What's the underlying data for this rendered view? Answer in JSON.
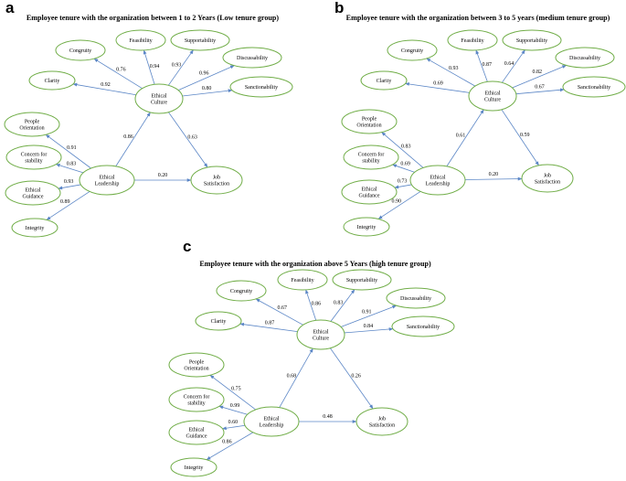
{
  "colors": {
    "node_stroke": "#70ad47",
    "edge": "#5b86c6",
    "text": "#000000",
    "background": "#ffffff"
  },
  "panels": [
    {
      "letter": "a",
      "title": "Employee tenure with the organization between 1 to 2 Years (Low tenure group)",
      "nodes": {
        "congruity": [
          "Congruity"
        ],
        "feasibility": [
          "Feasibility"
        ],
        "supportability": [
          "Supportability"
        ],
        "discussability": [
          "Discussability"
        ],
        "clarity": [
          "Clarity"
        ],
        "sanctionability": [
          "Sanctionability"
        ],
        "ethical_culture": [
          "Ethical",
          "Culture"
        ],
        "people_orientation": [
          "People",
          "Orientation"
        ],
        "concern_for_stability": [
          "Concern for",
          "stability"
        ],
        "ethical_leadership": [
          "Ethical",
          "Leadership"
        ],
        "ethical_guidance": [
          "Ethical",
          "Guidance"
        ],
        "integrity": [
          "Integrity"
        ],
        "job_satisfaction": [
          "Job",
          "Satisfaction"
        ]
      },
      "edges": [
        {
          "from": "ethical_culture",
          "to": "congruity",
          "label": "0.76"
        },
        {
          "from": "ethical_culture",
          "to": "feasibility",
          "label": "0.94"
        },
        {
          "from": "ethical_culture",
          "to": "supportability",
          "label": "0.93"
        },
        {
          "from": "ethical_culture",
          "to": "discussability",
          "label": "0.96"
        },
        {
          "from": "ethical_culture",
          "to": "clarity",
          "label": "0.92"
        },
        {
          "from": "ethical_culture",
          "to": "sanctionability",
          "label": "0.80"
        },
        {
          "from": "ethical_leadership",
          "to": "people_orientation",
          "label": "0.91"
        },
        {
          "from": "ethical_leadership",
          "to": "concern_for_stability",
          "label": "0.83"
        },
        {
          "from": "ethical_leadership",
          "to": "ethical_guidance",
          "label": "0.93"
        },
        {
          "from": "ethical_leadership",
          "to": "integrity",
          "label": "0.89"
        },
        {
          "from": "ethical_leadership",
          "to": "ethical_culture",
          "label": "0.86"
        },
        {
          "from": "ethical_culture",
          "to": "job_satisfaction",
          "label": "0.63"
        },
        {
          "from": "ethical_leadership",
          "to": "job_satisfaction",
          "label": "0.20"
        }
      ]
    },
    {
      "letter": "b",
      "title": "Employee tenure with the organization between 3 to 5 years (medium tenure group)",
      "nodes": {
        "congruity": [
          "Congruity"
        ],
        "feasibility": [
          "Feasibility"
        ],
        "supportability": [
          "Supportability"
        ],
        "discussability": [
          "Discussability"
        ],
        "clarity": [
          "Clarity"
        ],
        "sanctionability": [
          "Sanctionability"
        ],
        "ethical_culture": [
          "Ethical",
          "Culture"
        ],
        "people_orientation": [
          "People",
          "Orientation"
        ],
        "concern_for_stability": [
          "Concern for",
          "stability"
        ],
        "ethical_leadership": [
          "Ethical",
          "Leadership"
        ],
        "ethical_guidance": [
          "Ethical",
          "Guidance"
        ],
        "integrity": [
          "Integrity"
        ],
        "job_satisfaction": [
          "Job",
          "Satisfaction"
        ]
      },
      "edges": [
        {
          "from": "ethical_culture",
          "to": "congruity",
          "label": "0.93"
        },
        {
          "from": "ethical_culture",
          "to": "feasibility",
          "label": "0.87"
        },
        {
          "from": "ethical_culture",
          "to": "supportability",
          "label": "0.64"
        },
        {
          "from": "ethical_culture",
          "to": "discussability",
          "label": "0.82"
        },
        {
          "from": "ethical_culture",
          "to": "clarity",
          "label": "0.69"
        },
        {
          "from": "ethical_culture",
          "to": "sanctionability",
          "label": "0.67"
        },
        {
          "from": "ethical_leadership",
          "to": "people_orientation",
          "label": "0.83"
        },
        {
          "from": "ethical_leadership",
          "to": "concern_for_stability",
          "label": "0.69"
        },
        {
          "from": "ethical_leadership",
          "to": "ethical_guidance",
          "label": "0.73"
        },
        {
          "from": "ethical_leadership",
          "to": "integrity",
          "label": "0.90"
        },
        {
          "from": "ethical_leadership",
          "to": "ethical_culture",
          "label": "0.61"
        },
        {
          "from": "ethical_culture",
          "to": "job_satisfaction",
          "label": "0.59"
        },
        {
          "from": "ethical_leadership",
          "to": "job_satisfaction",
          "label": "0.20"
        }
      ]
    },
    {
      "letter": "c",
      "title": "Employee tenure with the organization above 5 Years (high tenure group)",
      "nodes": {
        "congruity": [
          "Congruity"
        ],
        "feasibility": [
          "Feasibility"
        ],
        "supportability": [
          "Supportability"
        ],
        "discussability": [
          "Discussability"
        ],
        "clarity": [
          "Clarity"
        ],
        "sanctionability": [
          "Sanctionability"
        ],
        "ethical_culture": [
          "Ethical",
          "Culture"
        ],
        "people_orientation": [
          "People",
          "Orientation"
        ],
        "concern_for_stability": [
          "Concern for",
          "stability"
        ],
        "ethical_leadership": [
          "Ethical",
          "Leadership"
        ],
        "ethical_guidance": [
          "Ethical",
          "Guidance"
        ],
        "integrity": [
          "Integrity"
        ],
        "job_satisfaction": [
          "Job",
          "Satisfaction"
        ]
      },
      "edges": [
        {
          "from": "ethical_culture",
          "to": "congruity",
          "label": "0.67"
        },
        {
          "from": "ethical_culture",
          "to": "feasibility",
          "label": "0.86"
        },
        {
          "from": "ethical_culture",
          "to": "supportability",
          "label": "0.83"
        },
        {
          "from": "ethical_culture",
          "to": "discussability",
          "label": "0.91"
        },
        {
          "from": "ethical_culture",
          "to": "clarity",
          "label": "0.87"
        },
        {
          "from": "ethical_culture",
          "to": "sanctionability",
          "label": "0.84"
        },
        {
          "from": "ethical_leadership",
          "to": "people_orientation",
          "label": "0.75"
        },
        {
          "from": "ethical_leadership",
          "to": "concern_for_stability",
          "label": "0.99"
        },
        {
          "from": "ethical_leadership",
          "to": "ethical_guidance",
          "label": "0.60"
        },
        {
          "from": "ethical_leadership",
          "to": "integrity",
          "label": "0.86"
        },
        {
          "from": "ethical_leadership",
          "to": "ethical_culture",
          "label": "0.68"
        },
        {
          "from": "ethical_culture",
          "to": "job_satisfaction",
          "label": "0.26"
        },
        {
          "from": "ethical_leadership",
          "to": "job_satisfaction",
          "label": "0.48"
        }
      ]
    }
  ]
}
